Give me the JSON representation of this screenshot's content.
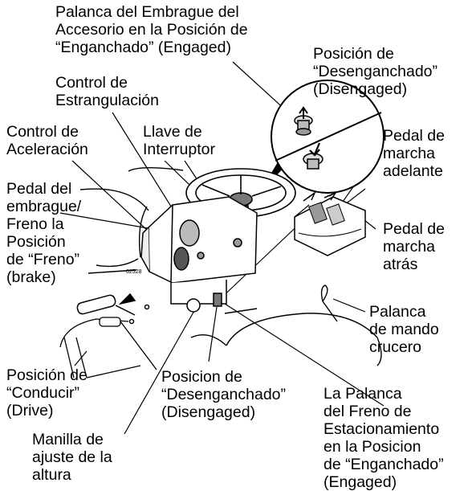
{
  "labels": {
    "accessory_clutch_lever": [
      "Palanca del Embrague del",
      "Accesorio en la Posición de",
      "“Enganchado” (Engaged)"
    ],
    "choke_control": [
      "Control de",
      "Estrangulación"
    ],
    "throttle_control": [
      "Control de",
      "Aceleración"
    ],
    "ignition_key": [
      "Llave de",
      "Interruptor"
    ],
    "disengaged_position_top": [
      "Posición de",
      "“Desenganchado”",
      "(Disengaged)"
    ],
    "forward_pedal": [
      "Pedal de",
      "marcha",
      "adelante"
    ],
    "clutch_brake_pedal": [
      "Pedal del",
      "embrague/",
      "Freno la",
      "Posición",
      "de “Freno”",
      "(brake)"
    ],
    "reverse_pedal": [
      "Pedal de",
      "marcha",
      "atrás"
    ],
    "cruise_control_lever": [
      "Palanca",
      "de mando",
      "crucero"
    ],
    "drive_position": [
      "Posición de",
      "“Conducir”",
      "(Drive)"
    ],
    "disengaged_position_bottom": [
      "Posicion de",
      "“Desenganchado”",
      "(Disengaged)"
    ],
    "parking_brake_lever": [
      "La Palanca",
      "del Freno de",
      "Estacionamiento",
      "en la Posicion",
      "de “Enganchado”",
      "(Engaged)"
    ],
    "height_adjust_handle": [
      "Manilla de",
      "ajuste de la",
      "altura"
    ]
  },
  "part_number": "02528"
}
